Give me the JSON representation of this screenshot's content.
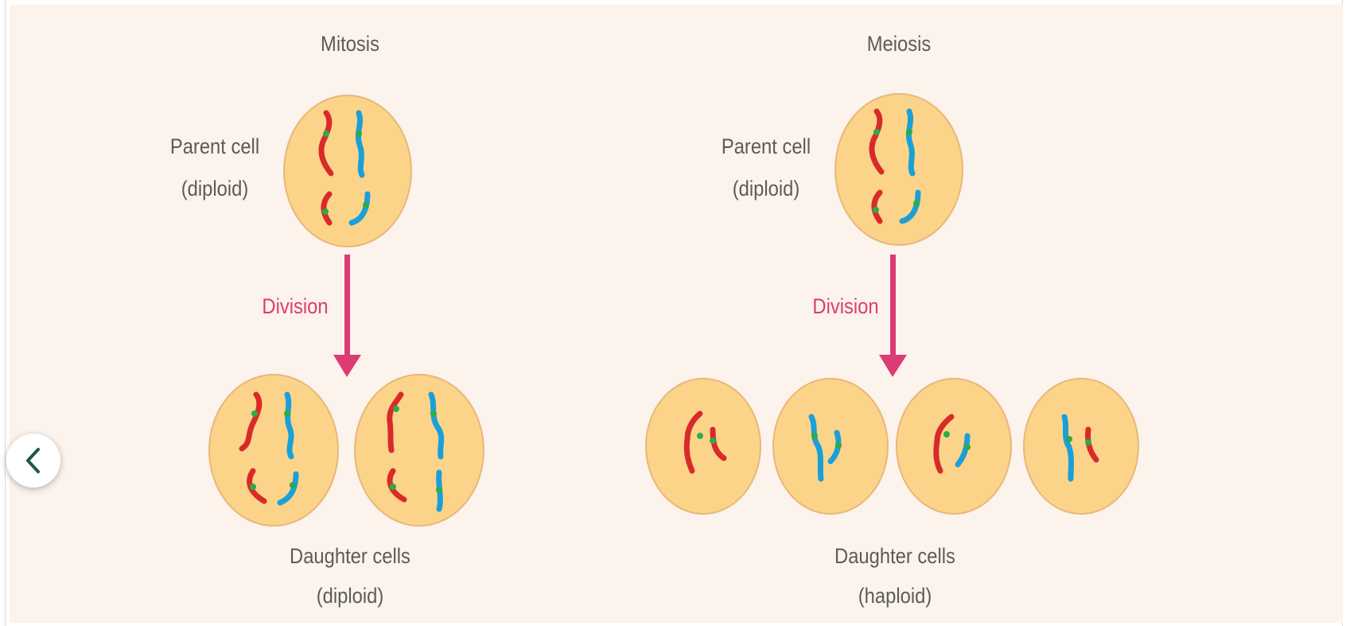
{
  "mitosis": {
    "title": "Mitosis",
    "parent_label_line1": "Parent cell",
    "parent_label_line2": "(diploid)",
    "division_label": "Division",
    "daughter_label_line1": "Daughter cells",
    "daughter_label_line2": "(diploid)"
  },
  "meiosis": {
    "title": "Meiosis",
    "parent_label_line1": "Parent cell",
    "parent_label_line2": "(diploid)",
    "division_label": "Division",
    "daughter_label_line1": "Daughter cells",
    "daughter_label_line2": "(haploid)"
  },
  "nav": {
    "back_icon": "chevron-left-icon"
  },
  "colors": {
    "background": "#fbf3ec",
    "cell_fill": "#fbd48a",
    "cell_stroke": "#e9b77a",
    "arrow": "#dc3c74",
    "chromosome_red": "#d92a2a",
    "chromosome_blue": "#1aa0d8",
    "centromere_green": "#2eaa4a",
    "back_chevron": "#1d5a3e"
  }
}
